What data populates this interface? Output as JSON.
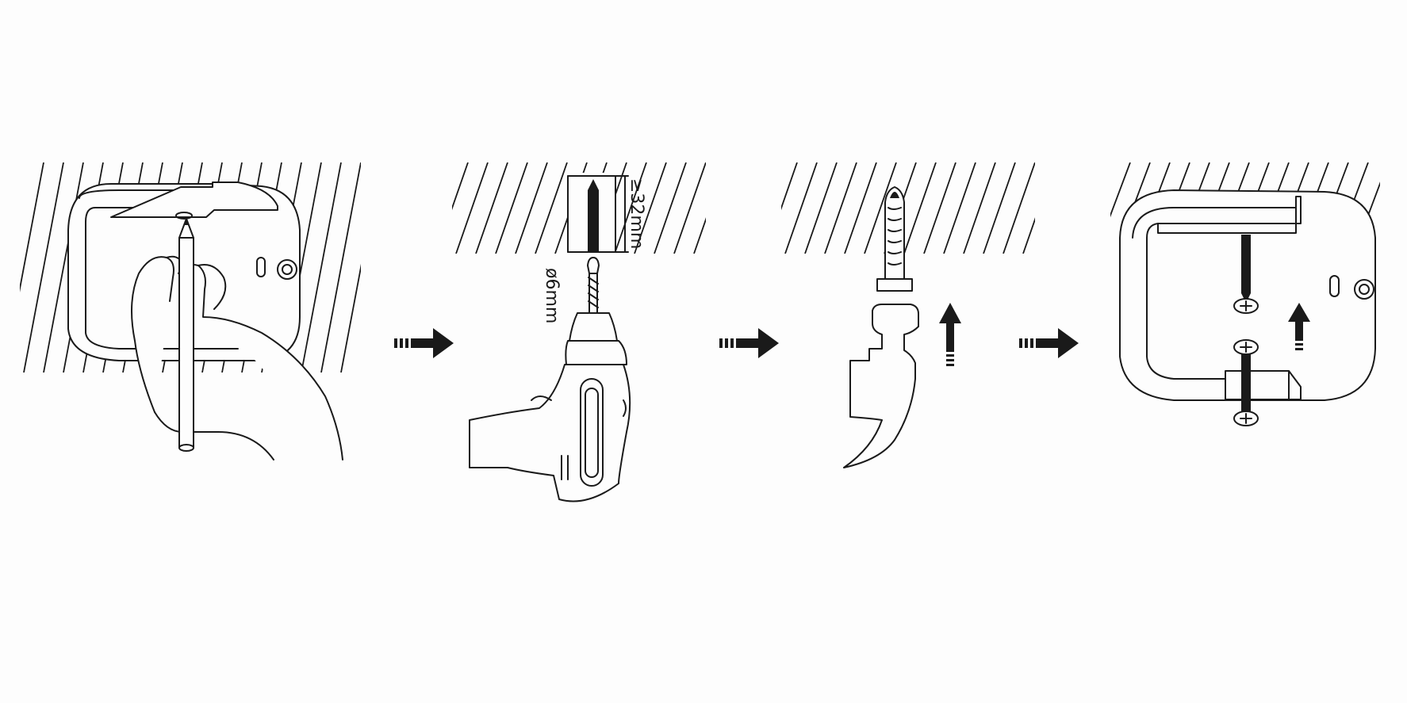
{
  "diagram": {
    "steps": [
      {
        "id": "mark-holes"
      },
      {
        "id": "drill-holes"
      },
      {
        "id": "insert-anchor"
      },
      {
        "id": "screw-bracket"
      }
    ],
    "annotations": {
      "drill_depth": "≥32mm",
      "drill_diameter": "ø6mm"
    },
    "colors": {
      "line": "#1a1a1a",
      "background": "#fdfdfd"
    }
  }
}
